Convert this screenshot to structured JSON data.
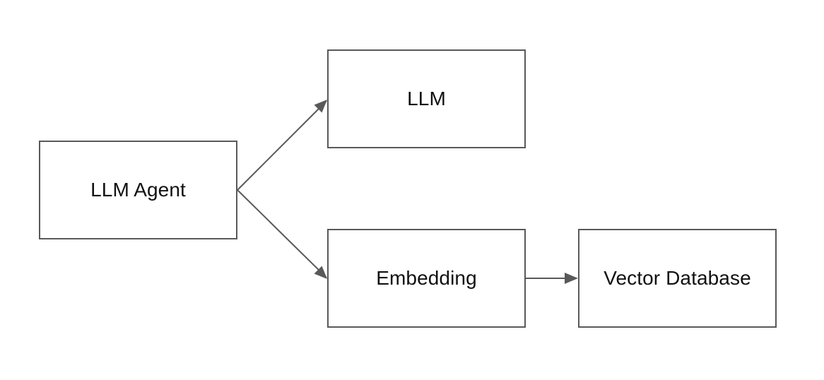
{
  "diagram": {
    "nodes": {
      "agent": {
        "label": "LLM Agent"
      },
      "llm": {
        "label": "LLM"
      },
      "embedding": {
        "label": "Embedding"
      },
      "vector_db": {
        "label": "Vector Database"
      }
    },
    "edges": [
      {
        "from": "LLM Agent",
        "to": "LLM"
      },
      {
        "from": "LLM Agent",
        "to": "Embedding"
      },
      {
        "from": "Embedding",
        "to": "Vector Database"
      }
    ],
    "colors": {
      "stroke": "#595959",
      "text": "#111111",
      "background": "#ffffff"
    }
  }
}
